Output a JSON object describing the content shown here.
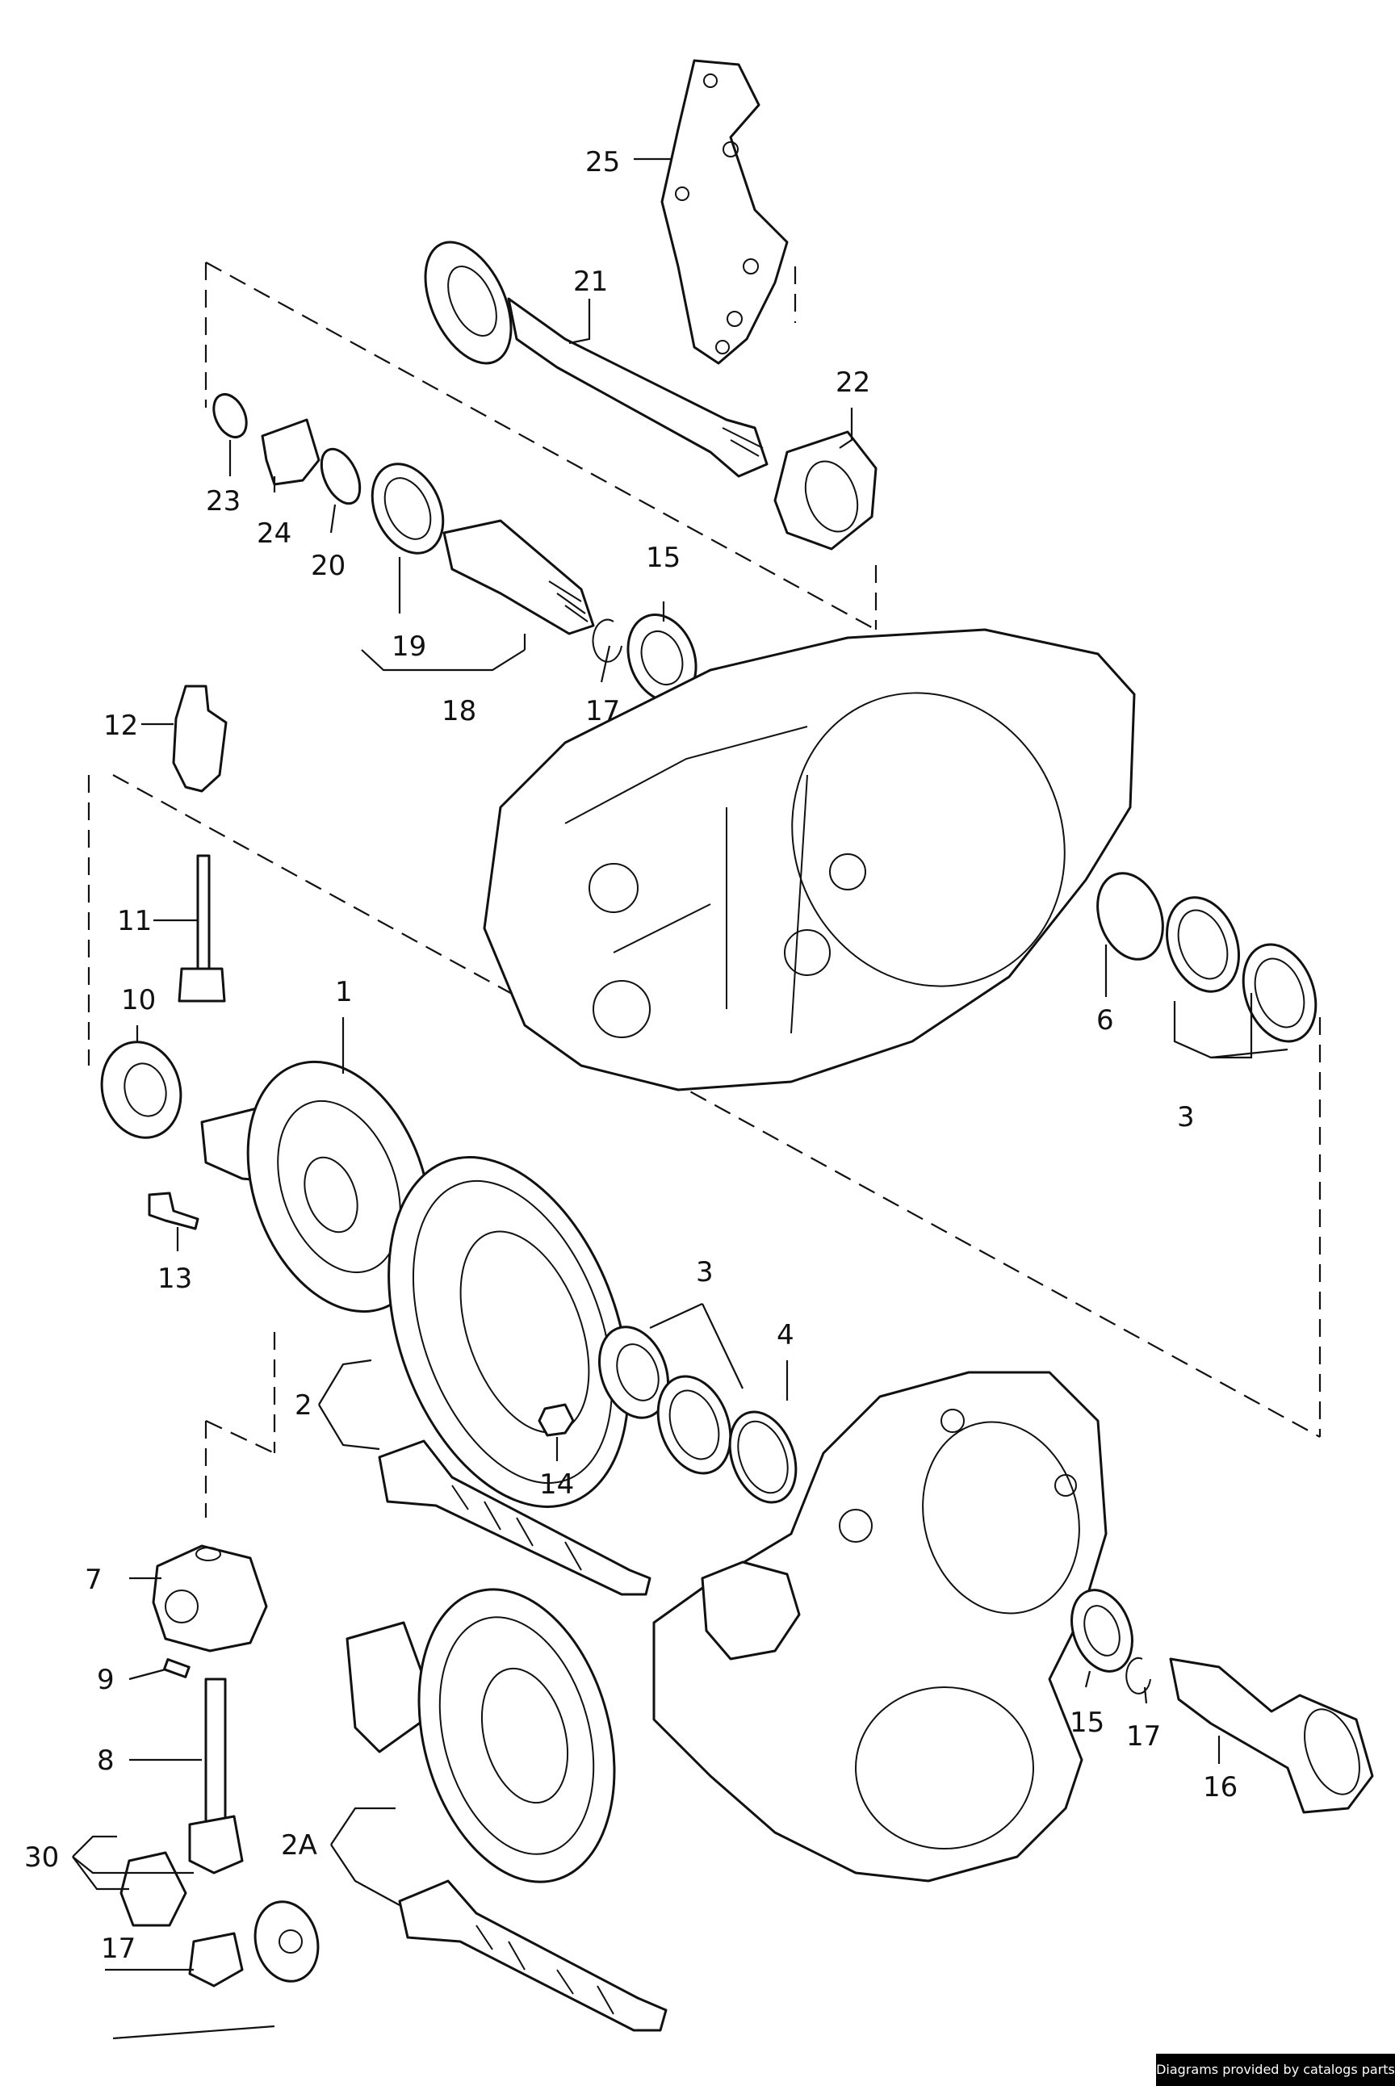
{
  "labels": {
    "l1": "1",
    "l2": "2",
    "l2a": "2A",
    "l3a": "3",
    "l3b": "3",
    "l4": "4",
    "l6": "6",
    "l7": "7",
    "l8": "8",
    "l9": "9",
    "l10": "10",
    "l11": "11",
    "l12": "12",
    "l13": "13",
    "l14": "14",
    "l15a": "15",
    "l15b": "15",
    "l16": "16",
    "l17a": "17",
    "l17b": "17",
    "l17c": "17",
    "l18": "18",
    "l19": "19",
    "l20": "20",
    "l21": "21",
    "l22": "22",
    "l23": "23",
    "l24": "24",
    "l25": "25",
    "l30": "30"
  },
  "credit": "Diagrams provided by catalogs parts"
}
